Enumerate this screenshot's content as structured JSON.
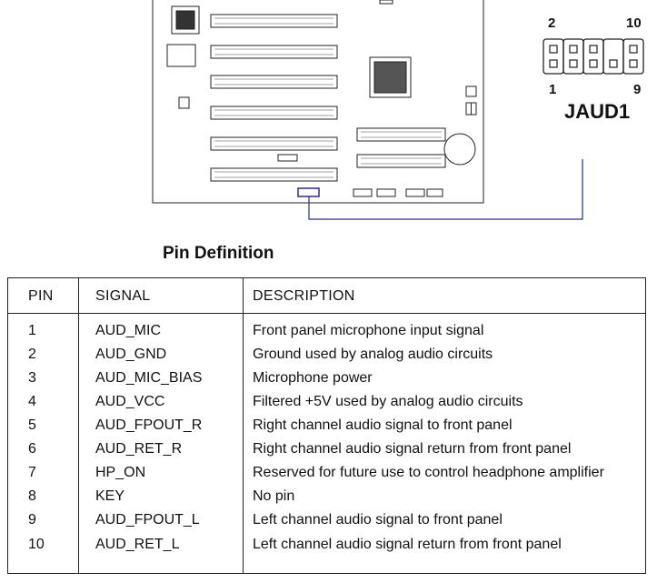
{
  "connector": {
    "name": "JAUD1",
    "pin_labels": {
      "top_left": "2",
      "top_right": "10",
      "bottom_left": "1",
      "bottom_right": "9"
    }
  },
  "section_title": "Pin Definition",
  "table": {
    "headers": {
      "pin": "PIN",
      "signal": "SIGNAL",
      "description": "DESCRIPTION"
    },
    "rows": [
      {
        "pin": "1",
        "signal": "AUD_MIC",
        "description": "Front panel microphone input signal"
      },
      {
        "pin": "2",
        "signal": "AUD_GND",
        "description": "Ground used by analog audio circuits"
      },
      {
        "pin": "3",
        "signal": "AUD_MIC_BIAS",
        "description": "Microphone power"
      },
      {
        "pin": "4",
        "signal": "AUD_VCC",
        "description": "Filtered +5V used by analog audio circuits"
      },
      {
        "pin": "5",
        "signal": "AUD_FPOUT_R",
        "description": "Right channel audio signal to front panel"
      },
      {
        "pin": "6",
        "signal": "AUD_RET_R",
        "description": "Right channel audio signal return from front panel"
      },
      {
        "pin": "7",
        "signal": "HP_ON",
        "description": "Reserved for future use to control headphone amplifier"
      },
      {
        "pin": "8",
        "signal": "KEY",
        "description": "No pin"
      },
      {
        "pin": "9",
        "signal": "AUD_FPOUT_L",
        "description": "Left channel audio signal to front panel"
      },
      {
        "pin": "10",
        "signal": "AUD_RET_L",
        "description": "Left channel audio signal return from front panel"
      }
    ]
  },
  "colors": {
    "line": "#222222",
    "pointer_line": "#2b2d8a",
    "background": "#ffffff"
  }
}
